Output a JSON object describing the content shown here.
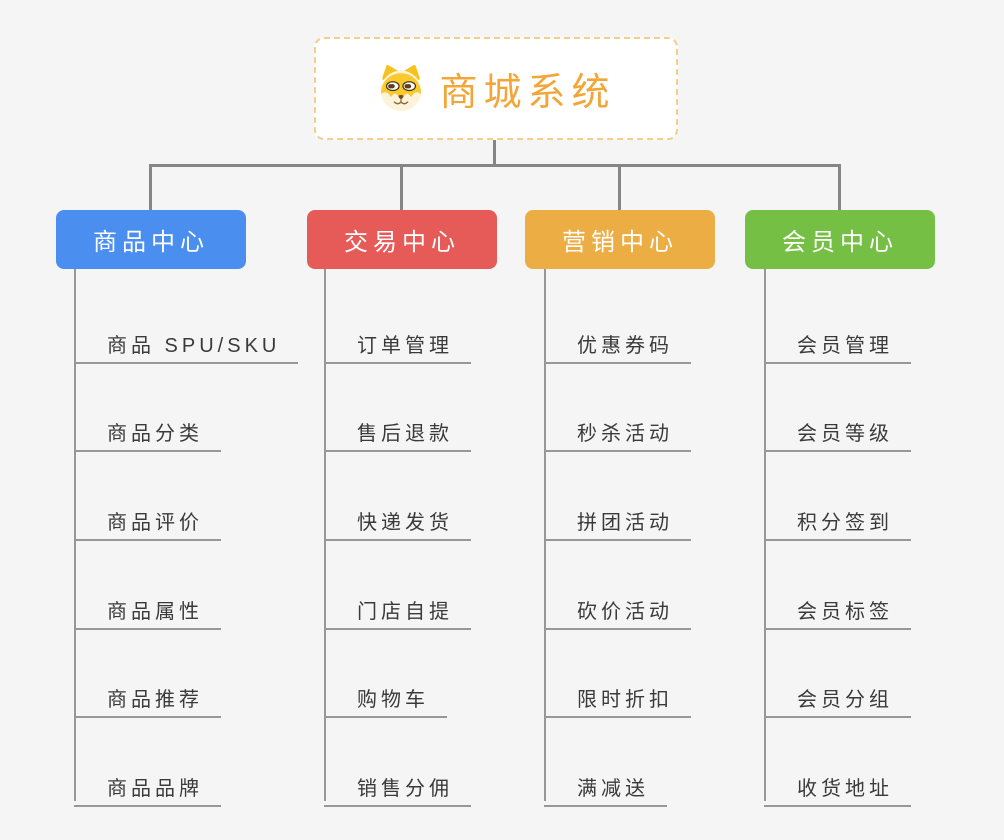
{
  "root": {
    "title": "商城系统",
    "icon": "dog-face-icon"
  },
  "branches": [
    {
      "label": "商品中心",
      "color": "#4a8ef0",
      "children": [
        "商品 SPU/SKU",
        "商品分类",
        "商品评价",
        "商品属性",
        "商品推荐",
        "商品品牌"
      ]
    },
    {
      "label": "交易中心",
      "color": "#e65b58",
      "children": [
        "订单管理",
        "售后退款",
        "快递发货",
        "门店自提",
        "购物车",
        "销售分佣"
      ]
    },
    {
      "label": "营销中心",
      "color": "#ecae44",
      "children": [
        "优惠券码",
        "秒杀活动",
        "拼团活动",
        "砍价活动",
        "限时折扣",
        "满减送"
      ]
    },
    {
      "label": "会员中心",
      "color": "#75c044",
      "children": [
        "会员管理",
        "会员等级",
        "积分签到",
        "会员标签",
        "会员分组",
        "收货地址"
      ]
    }
  ],
  "colors": {
    "background": "#f5f5f5",
    "root_text": "#f2a638",
    "root_border": "#f3cf8e",
    "connector": "#868686",
    "leaf_line": "#979797",
    "leaf_text": "#3a3a3a"
  }
}
